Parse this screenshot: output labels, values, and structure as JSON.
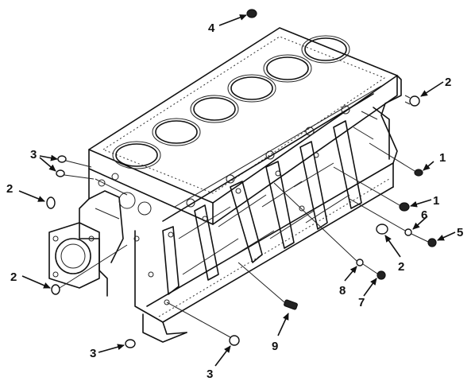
{
  "callouts": {
    "c1": "4",
    "c2": "2",
    "c3": "3",
    "c4": "1",
    "c5": "2",
    "c6": "1",
    "c7": "6",
    "c8": "5",
    "c9": "2",
    "c10": "2",
    "c11": "8",
    "c12": "7",
    "c13": "9",
    "c14": "3",
    "c15": "3"
  }
}
